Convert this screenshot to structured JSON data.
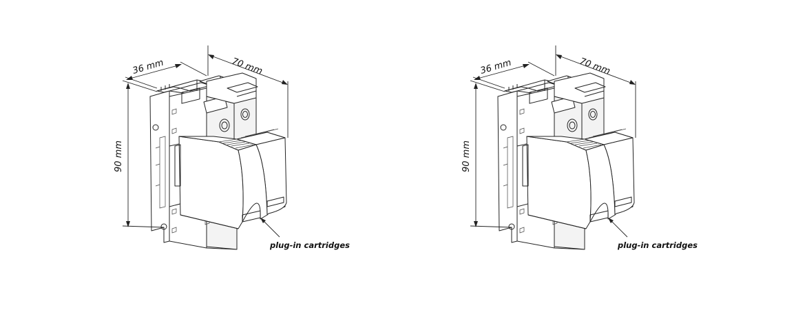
{
  "figures": [
    {
      "dimensions": {
        "width": "36 mm",
        "depth": "70 mm",
        "height": "90 mm"
      },
      "callout": "plug-in cartridges",
      "icon": "surge-protector-device-icon"
    },
    {
      "dimensions": {
        "width": "36 mm",
        "depth": "70 mm",
        "height": "90 mm"
      },
      "callout": "plug-in cartridges",
      "icon": "surge-protector-device-icon"
    }
  ],
  "colors": {
    "line": "#222222",
    "background": "#ffffff"
  }
}
